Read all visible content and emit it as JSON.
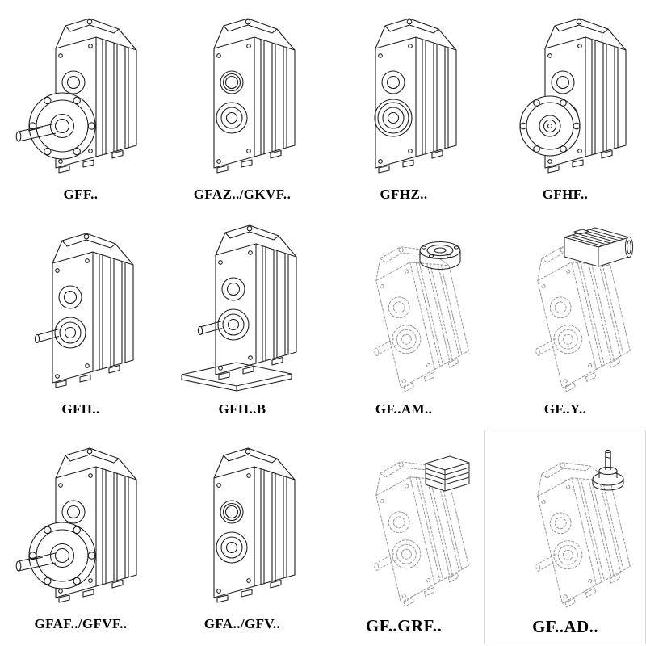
{
  "colors": {
    "line": "#1e1e1e",
    "ghost_line": "#979797",
    "label_text": "#000000",
    "background": "#ffffff"
  },
  "cells": [
    {
      "label": "GFF..",
      "drawing": "gear-unit-output-flange"
    },
    {
      "label": "GFAZ../GKVF..",
      "drawing": "gear-unit-hollow-shaft"
    },
    {
      "label": "GFHZ..",
      "drawing": "gear-unit-hollow-shaft-shrink-disc"
    },
    {
      "label": "GFHF..",
      "drawing": "gear-unit-hollow-shaft-flange"
    },
    {
      "label": "GFH..",
      "drawing": "gear-unit-solid-shaft"
    },
    {
      "label": "GFH..B",
      "drawing": "gear-unit-solid-shaft-base"
    },
    {
      "label": "GF..AM..",
      "drawing": "gear-unit-motor-adapter-dashed"
    },
    {
      "label": "GF..Y..",
      "drawing": "gear-unit-with-motor-dashed"
    },
    {
      "label": "GFAF../GFVF..",
      "drawing": "gear-unit-output-flange-variant"
    },
    {
      "label": "GFA../GFV..",
      "drawing": "gear-unit-hollow-shaft-variant"
    },
    {
      "label": "GF..GRF..",
      "drawing": "gear-unit-cover-block-dashed"
    },
    {
      "label": "GF..AD..",
      "drawing": "gear-unit-input-shaft-adapter-dashed"
    }
  ]
}
